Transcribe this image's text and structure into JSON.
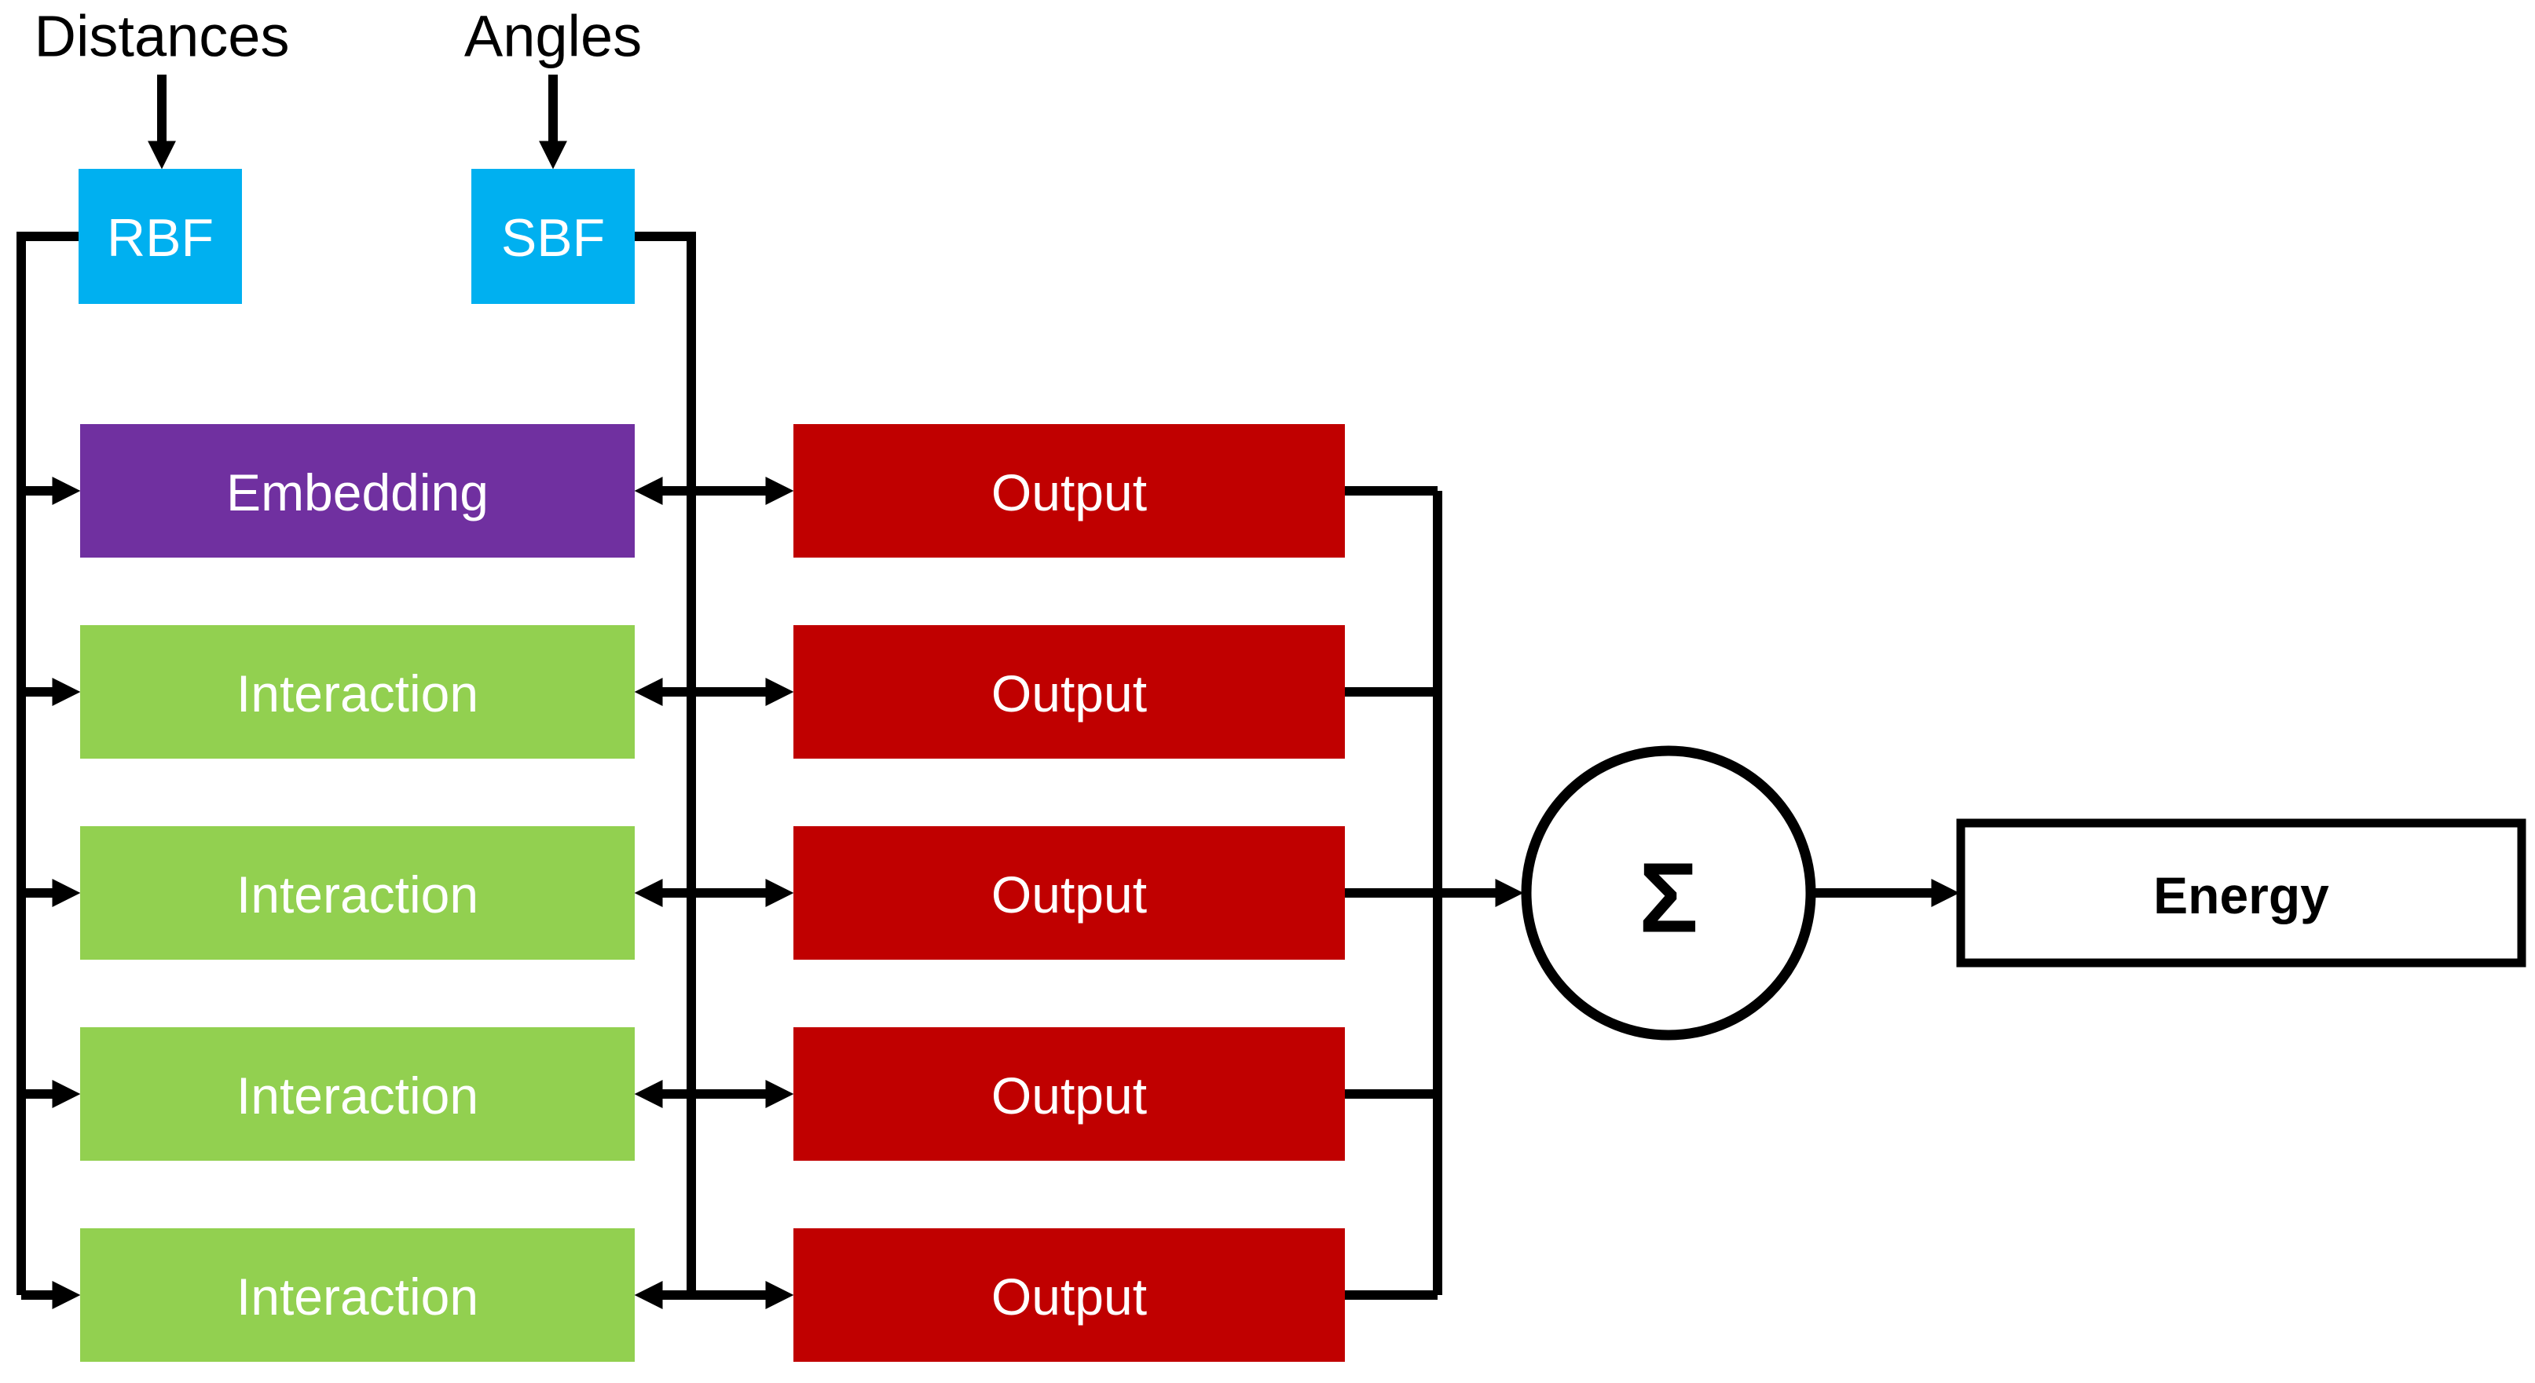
{
  "diagram": {
    "inputs": [
      {
        "label": "Distances"
      },
      {
        "label": "Angles"
      }
    ],
    "basis": [
      {
        "label": "RBF"
      },
      {
        "label": "SBF"
      }
    ],
    "rows": [
      {
        "block": "Embedding",
        "output": "Output"
      },
      {
        "block": "Interaction",
        "output": "Output"
      },
      {
        "block": "Interaction",
        "output": "Output"
      },
      {
        "block": "Interaction",
        "output": "Output"
      },
      {
        "block": "Interaction",
        "output": "Output"
      }
    ],
    "sum": {
      "symbol": "Σ"
    },
    "result": {
      "label": "Energy"
    },
    "colors": {
      "basis_blue": "#00B0F0",
      "embedding_purple": "#7030A0",
      "interaction_green": "#92D050",
      "output_red": "#C00000",
      "line_black": "#000000",
      "node_fill_white": "#FFFFFF"
    }
  }
}
